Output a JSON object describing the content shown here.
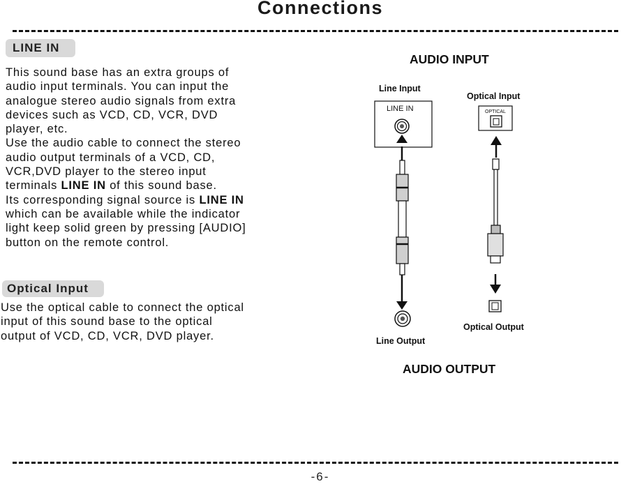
{
  "page": {
    "title": "Connections",
    "page_number": "-6-"
  },
  "line_in": {
    "heading": "LINE IN",
    "lines": [
      [
        "This sound base has an extra groups of"
      ],
      [
        "audio input terminals. You can input the"
      ],
      [
        "analogue stereo audio signals from extra"
      ],
      [
        "devices such as VCD, CD, VCR, DVD"
      ],
      [
        "player, etc."
      ],
      [
        "Use the audio cable to connect the stereo"
      ],
      [
        "audio output terminals of a VCD, CD,"
      ],
      [
        "VCR,DVD player to the stereo input"
      ],
      [
        "terminals ",
        "LINE IN",
        " of this sound base."
      ],
      [
        "Its corresponding signal source is ",
        "LINE IN"
      ],
      [
        "which can be available while the indicator"
      ],
      [
        "light keep solid green by pressing [AUDIO]"
      ],
      [
        "button on the remote control."
      ]
    ]
  },
  "optical": {
    "heading": "Optical Input",
    "lines": [
      "Use the optical cable to connect the optical",
      "input of this sound base to the optical",
      "output of VCD, CD, VCR, DVD player."
    ]
  },
  "diagram": {
    "audio_input_label": "AUDIO INPUT",
    "audio_output_label": "AUDIO OUTPUT",
    "line_input_label": "Line Input",
    "line_in_panel_text": "LINE IN",
    "optical_input_label": "Optical Input",
    "optical_panel_text": "OPTICAL",
    "line_output_label": "Line Output",
    "optical_output_label": "Optical Output"
  }
}
